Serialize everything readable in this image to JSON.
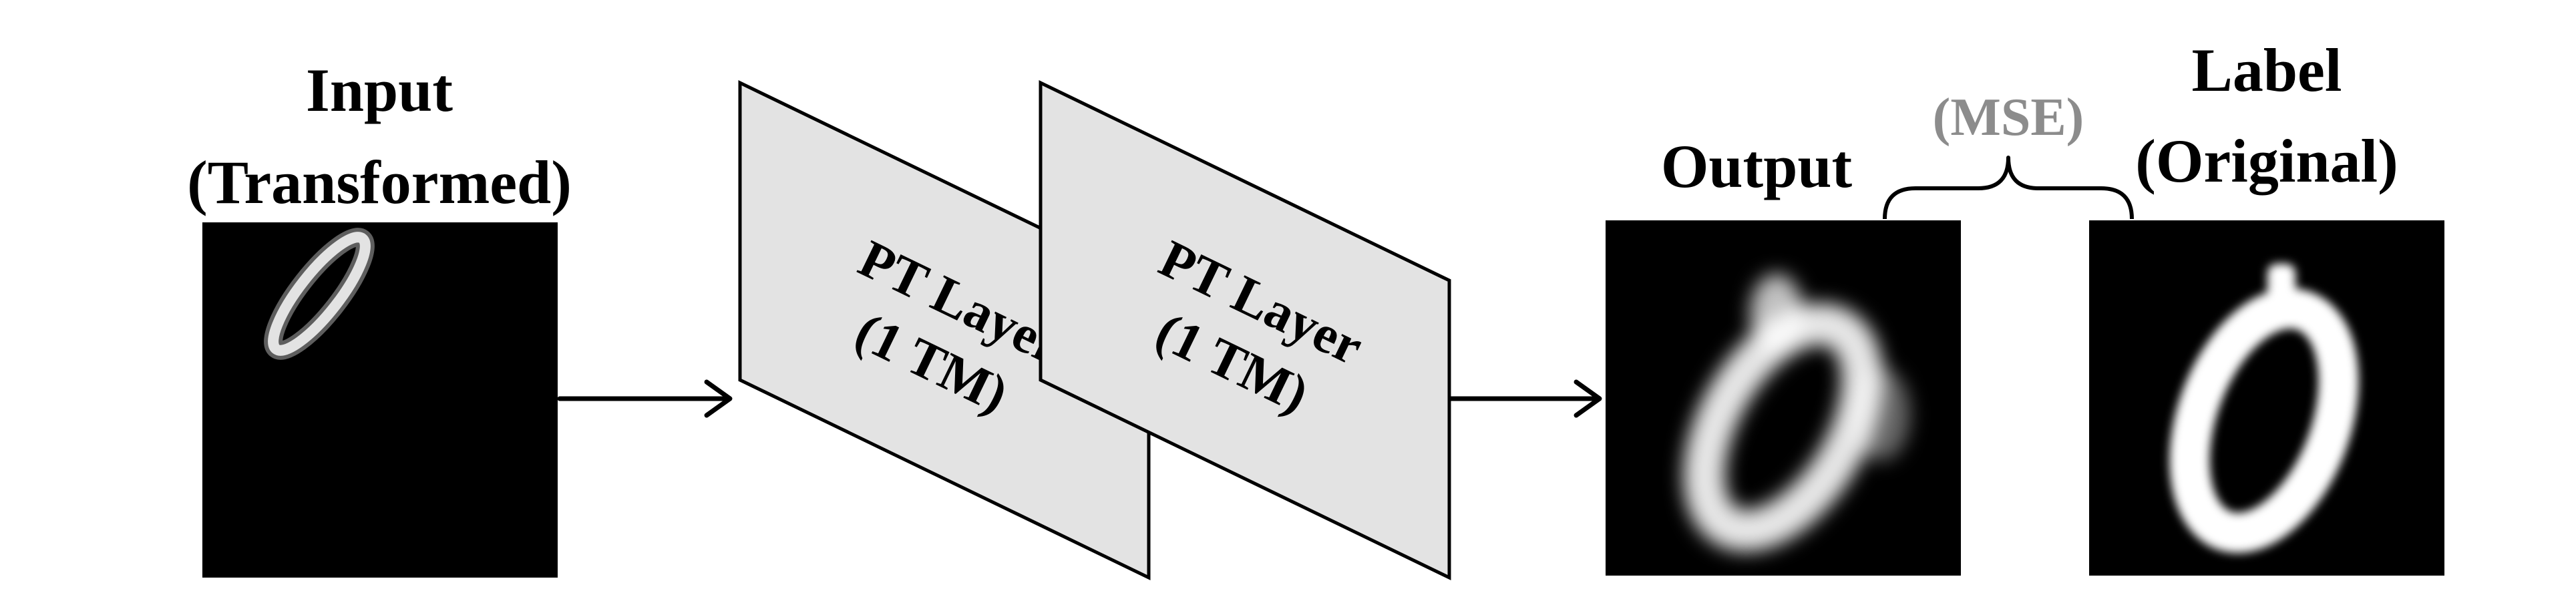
{
  "input": {
    "title_line1": "Input",
    "title_line2": "(Transformed)"
  },
  "layers": [
    {
      "line1": "PT Layer",
      "line2": "(1 TM)"
    },
    {
      "line1": "PT Layer",
      "line2": "(1 TM)"
    }
  ],
  "output": {
    "title": "Output"
  },
  "loss": {
    "label": "(MSE)"
  },
  "label": {
    "title_line1": "Label",
    "title_line2": "(Original)"
  },
  "colors": {
    "background": "#ffffff",
    "image_bg": "#000000",
    "panel_fill": "#e3e3e3",
    "stroke": "#000000",
    "loss_text": "#8c8c8c"
  }
}
